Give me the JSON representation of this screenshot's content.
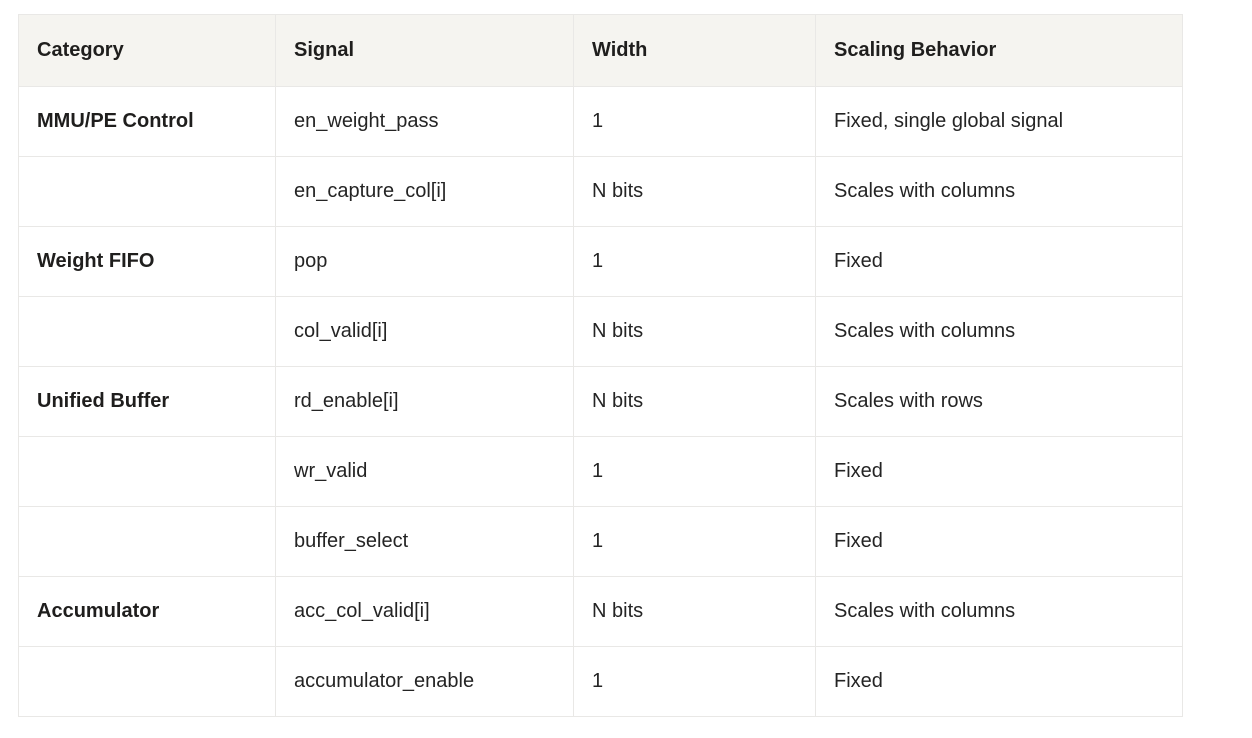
{
  "table": {
    "name": "signal-scaling-table",
    "columns": [
      "Category",
      "Signal",
      "Width",
      "Scaling Behavior"
    ],
    "row_fields": [
      "category",
      "signal",
      "width",
      "scaling"
    ],
    "rows": [
      {
        "category": "MMU/PE Control",
        "signal": "en_weight_pass",
        "width": "1",
        "scaling": "Fixed, single global signal"
      },
      {
        "category": "",
        "signal": "en_capture_col[i]",
        "width": "N bits",
        "scaling": "Scales with columns"
      },
      {
        "category": "Weight FIFO",
        "signal": "pop",
        "width": "1",
        "scaling": "Fixed"
      },
      {
        "category": "",
        "signal": "col_valid[i]",
        "width": "N bits",
        "scaling": "Scales with columns"
      },
      {
        "category": "Unified Buffer",
        "signal": "rd_enable[i]",
        "width": "N bits",
        "scaling": "Scales with rows"
      },
      {
        "category": "",
        "signal": "wr_valid",
        "width": "1",
        "scaling": "Fixed"
      },
      {
        "category": "",
        "signal": "buffer_select",
        "width": "1",
        "scaling": "Fixed"
      },
      {
        "category": "Accumulator",
        "signal": "acc_col_valid[i]",
        "width": "N bits",
        "scaling": "Scales with columns"
      },
      {
        "category": "",
        "signal": "accumulator_enable",
        "width": "1",
        "scaling": "Fixed"
      }
    ],
    "colors": {
      "page_background": "#ffffff",
      "header_background": "#f5f4f0",
      "cell_background": "#ffffff",
      "border": "#e9e8e6",
      "text": "#242424",
      "bold_text": "#1f1e1d"
    }
  }
}
